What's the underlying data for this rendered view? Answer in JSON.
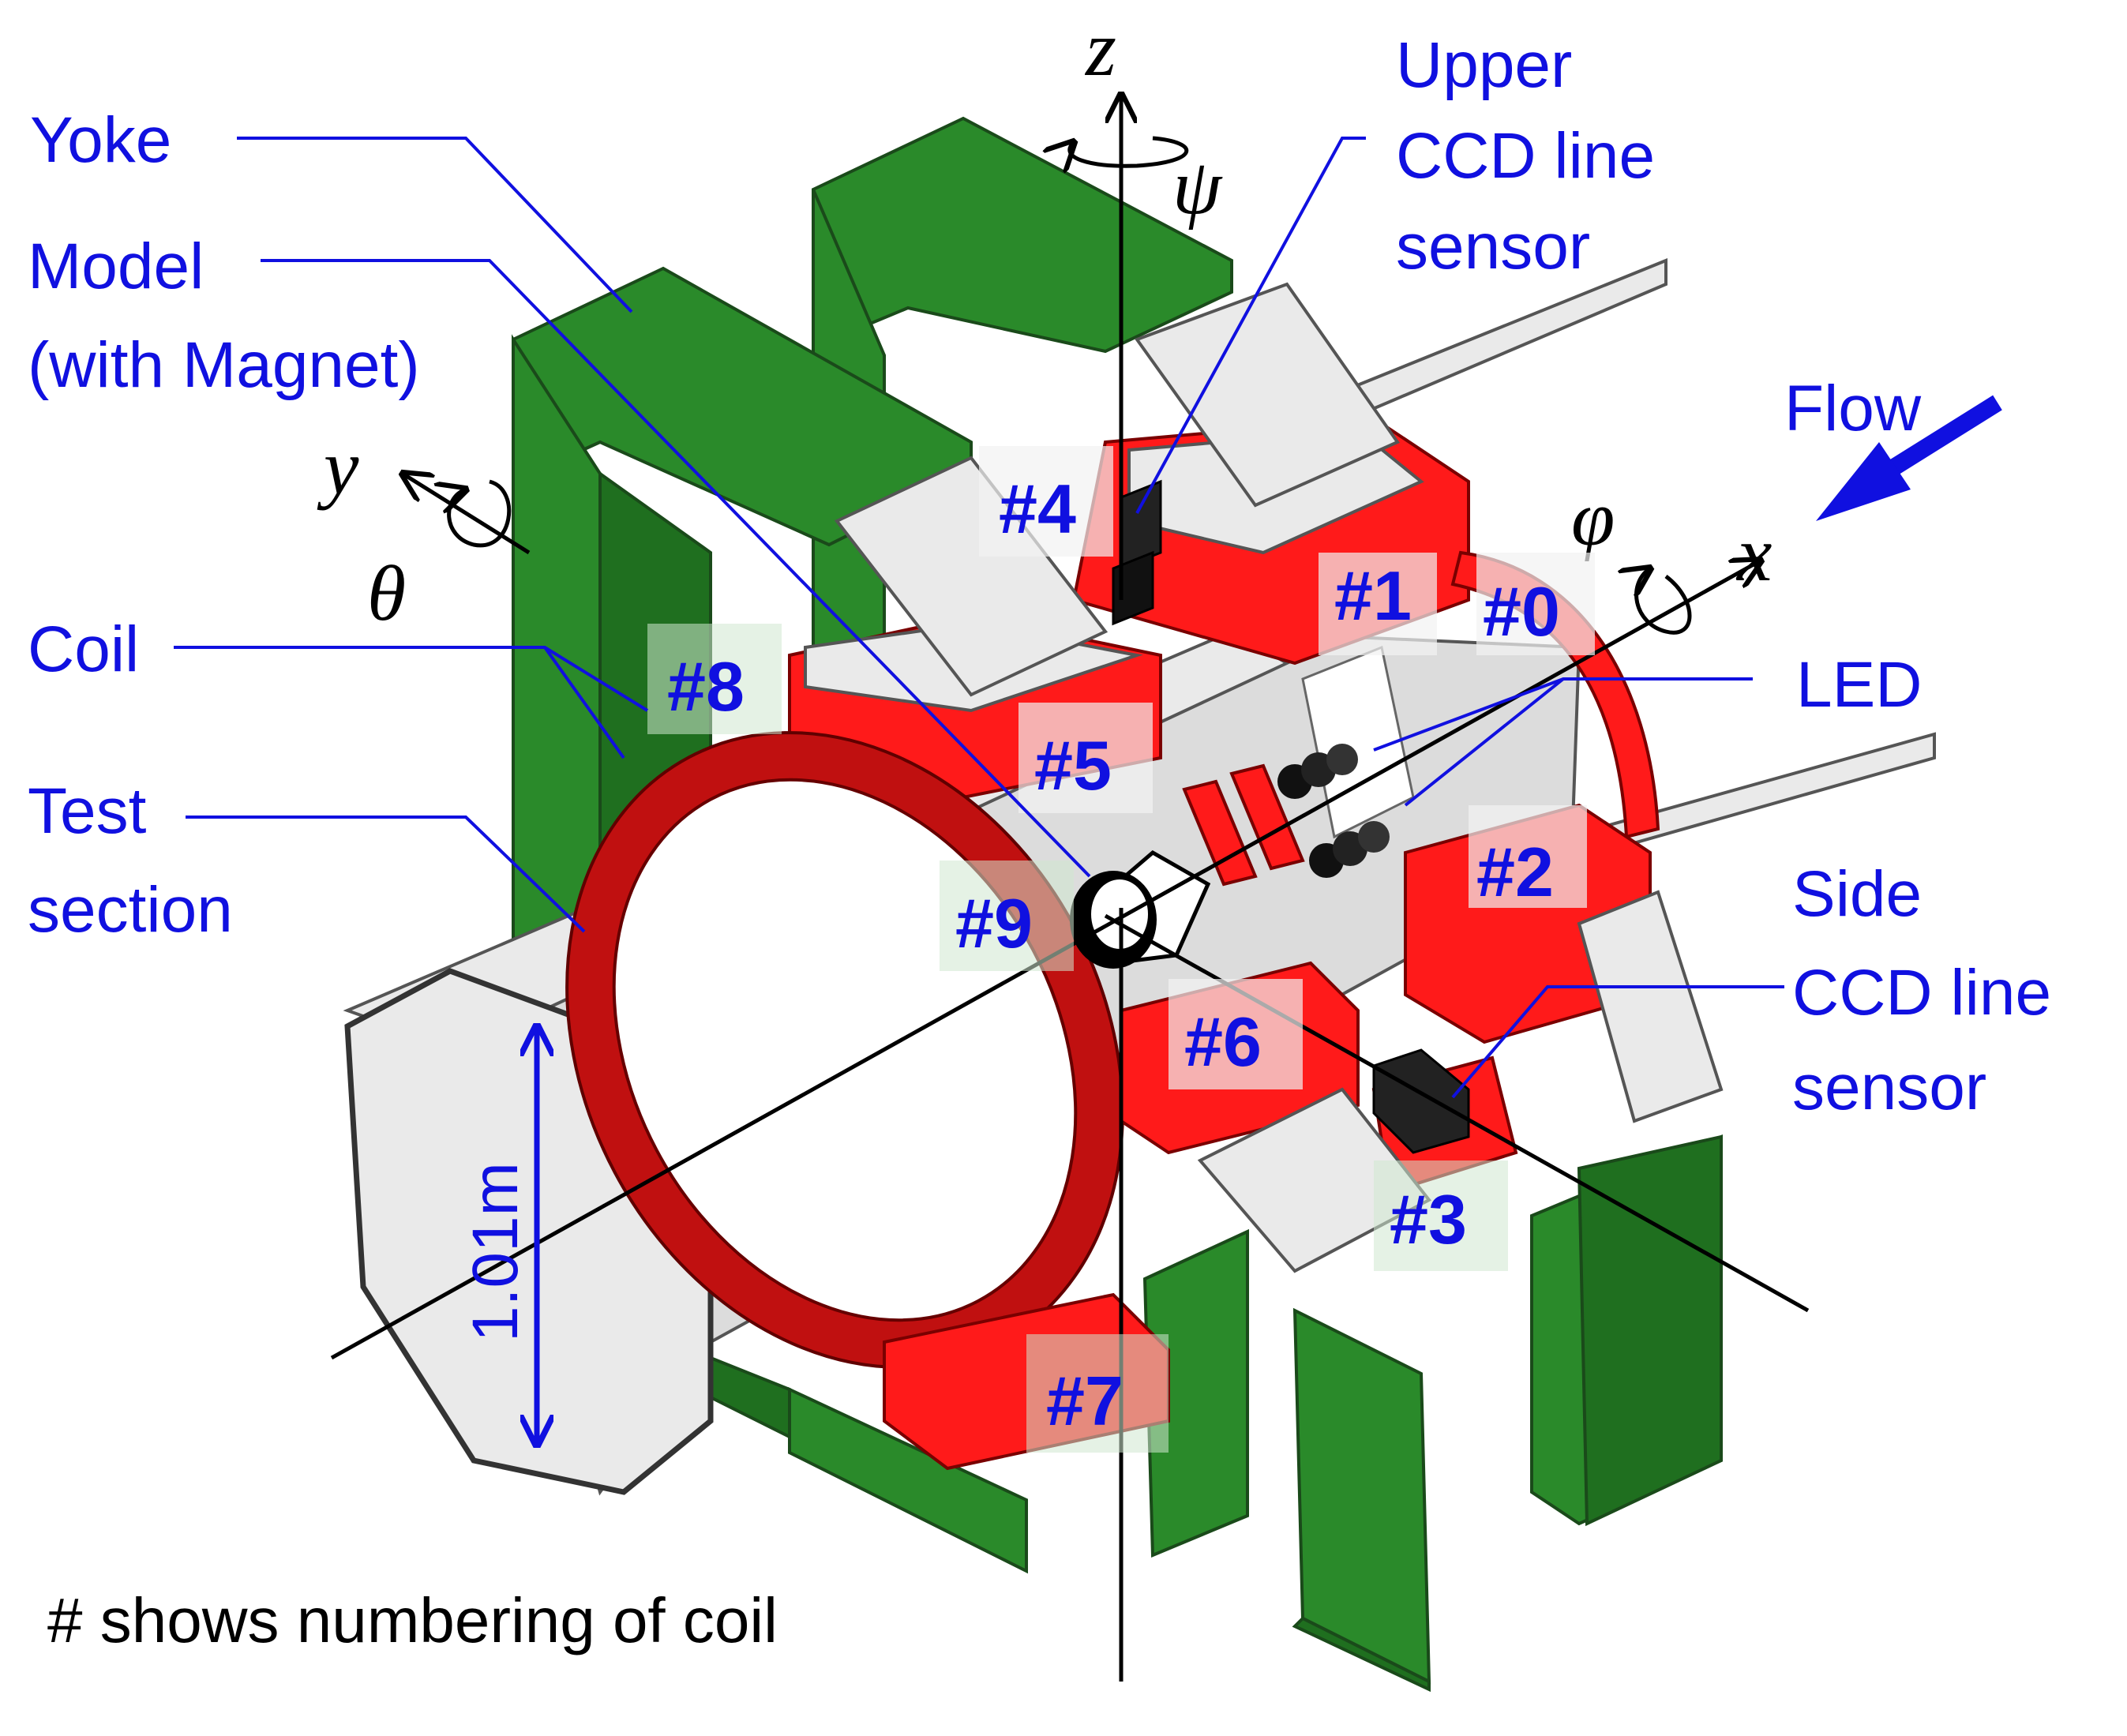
{
  "labels": {
    "yoke": "Yoke",
    "model_line1": "Model",
    "model_line2": "(with Magnet)",
    "coil": "Coil",
    "test_section_line1": "Test",
    "test_section_line2": "section",
    "upper_sensor_line1": "Upper",
    "upper_sensor_line2": "CCD line",
    "upper_sensor_line3": "sensor",
    "flow": "Flow",
    "led": "LED",
    "side_sensor_line1": "Side",
    "side_sensor_line2": "CCD line",
    "side_sensor_line3": "sensor",
    "dimension": "1.01m",
    "footnote": "# shows numbering of coil"
  },
  "axes": {
    "z": "z",
    "psi": "ψ",
    "y": "y",
    "theta": "θ",
    "x": "x",
    "phi": "φ"
  },
  "coils": {
    "c0": "#0",
    "c1": "#1",
    "c2": "#2",
    "c3": "#3",
    "c4": "#4",
    "c5": "#5",
    "c6": "#6",
    "c7": "#7",
    "c8": "#8",
    "c9": "#9"
  },
  "colors": {
    "text_label": "#1010e0",
    "yoke": "#2a8a2a",
    "coil": "#ff1a1a",
    "test_section": "#dcdcdc",
    "flow_arrow": "#1010e0"
  }
}
